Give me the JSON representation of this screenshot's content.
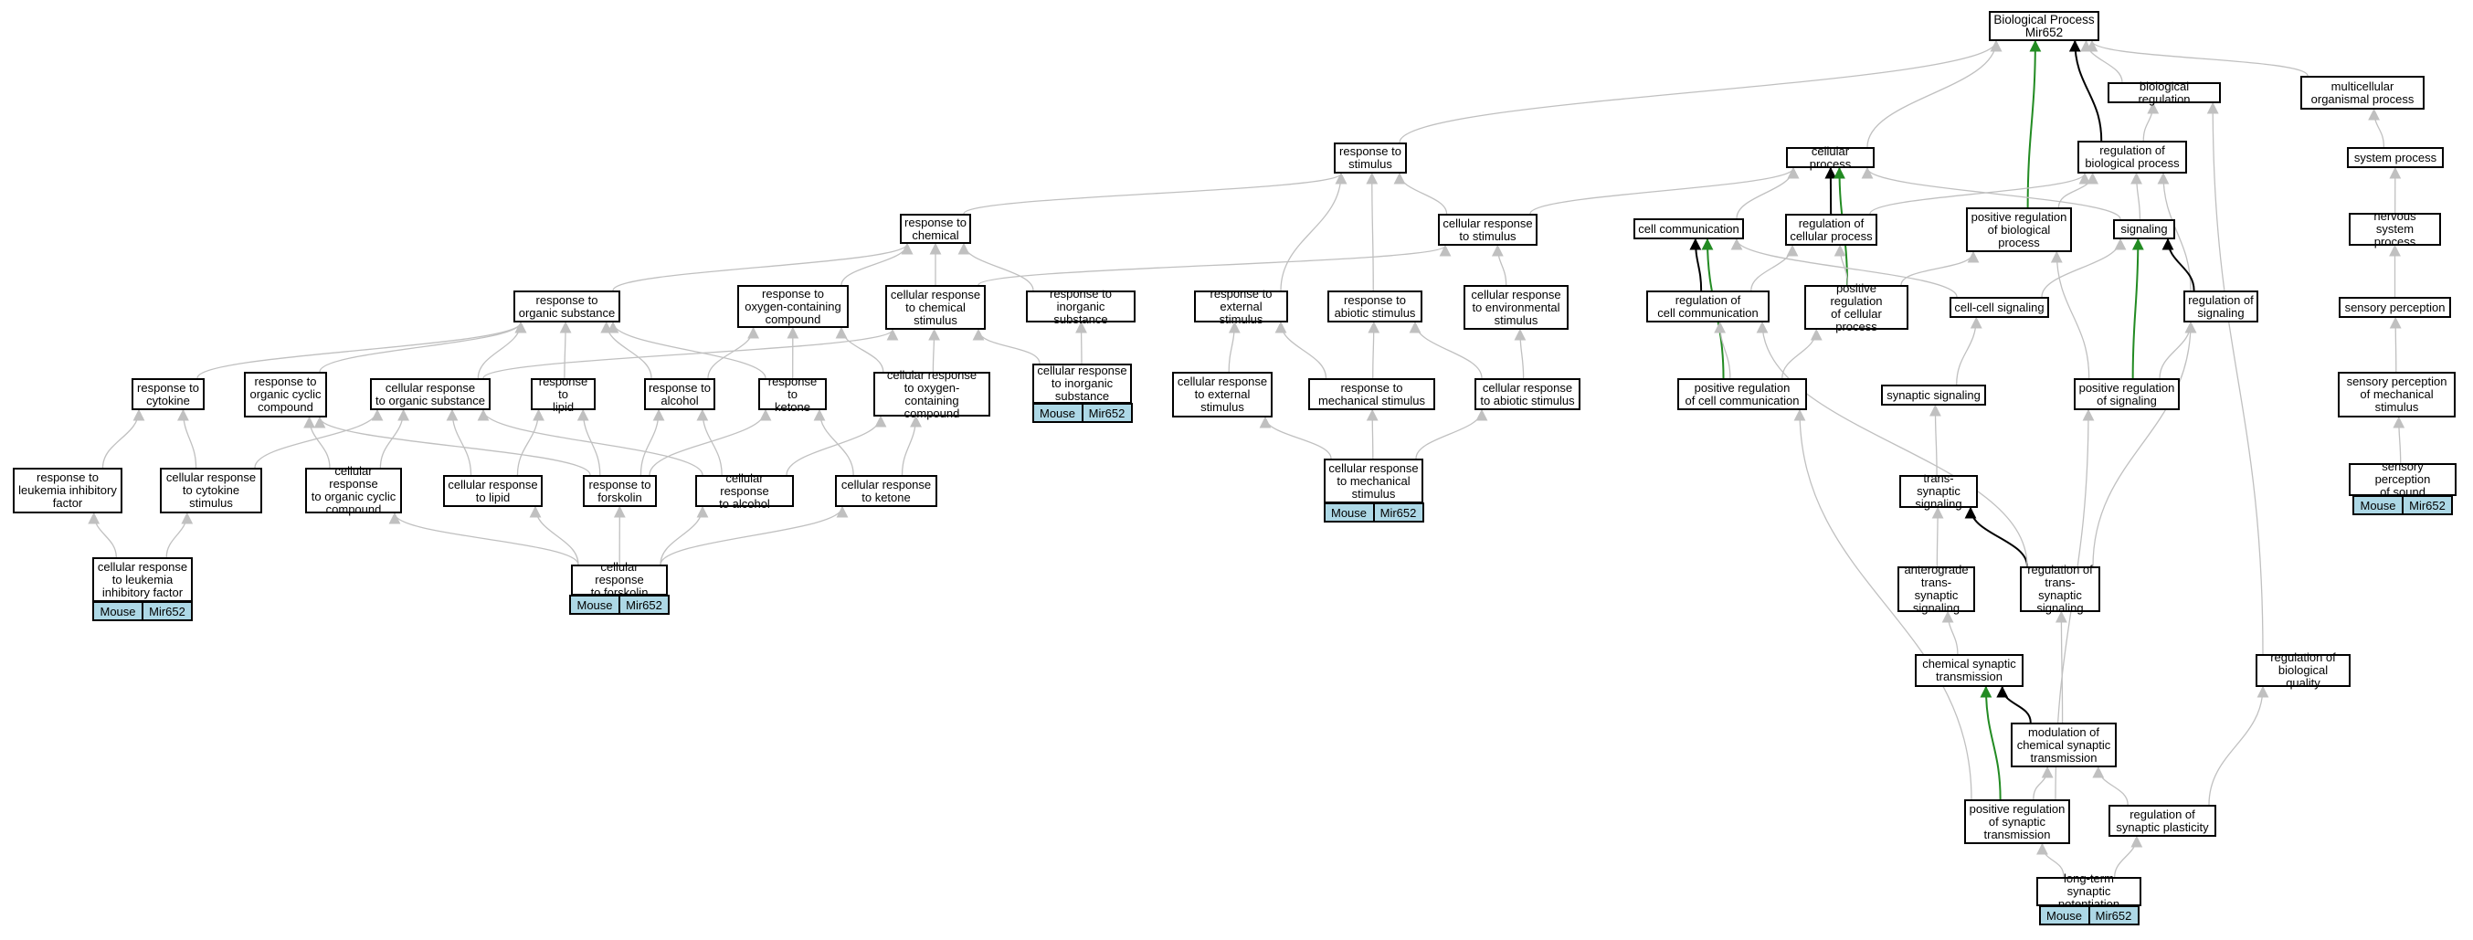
{
  "nodes": {
    "bp_root": "Biological Process\nMir652",
    "biological_regulation": "biological regulation",
    "multicellular_organismal_process": "multicellular\norganismal process",
    "cellular_process": "cellular process",
    "regulation_of_biological_process": "regulation of\nbiological process",
    "system_process": "system process",
    "response_to_stimulus": "response to\nstimulus",
    "response_to_chemical": "response to\nchemical",
    "cellular_response_to_stimulus": "cellular response\nto stimulus",
    "cell_communication": "cell communication",
    "regulation_of_cellular_process": "regulation of\ncellular process",
    "positive_regulation_of_biological_process": "positive regulation\nof biological\nprocess",
    "signaling": "signaling",
    "nervous_system_process": "nervous system\nprocess",
    "response_to_organic_substance": "response to\norganic substance",
    "response_to_oxygen_containing_compound": "response to\noxygen-containing\ncompound",
    "cellular_response_to_chemical_stimulus": "cellular response\nto chemical\nstimulus",
    "response_to_inorganic_substance": "response to\ninorganic substance",
    "response_to_external_stimulus": "response to\nexternal stimulus",
    "response_to_abiotic_stimulus": "response to\nabiotic stimulus",
    "cellular_response_to_environmental_stimulus": "cellular response\nto environmental\nstimulus",
    "regulation_of_cell_communication": "regulation of\ncell communication",
    "positive_regulation_of_cellular_process": "positive regulation\nof cellular\nprocess",
    "cell_cell_signaling": "cell-cell signaling",
    "regulation_of_signaling": "regulation of\nsignaling",
    "sensory_perception": "sensory perception",
    "response_to_cytokine": "response to\ncytokine",
    "response_to_organic_cyclic_compound": "response to\norganic cyclic\ncompound",
    "cellular_response_to_organic_substance": "cellular response\nto organic substance",
    "response_to_lipid": "response to\nlipid",
    "response_to_alcohol": "response to\nalcohol",
    "response_to_ketone": "response to\nketone",
    "cellular_response_to_oxygen_containing_compound": "cellular response\nto oxygen-containing\ncompound",
    "cellular_response_to_inorganic_substance": "cellular response\nto inorganic\nsubstance",
    "cellular_response_to_external_stimulus": "cellular response\nto external\nstimulus",
    "response_to_mechanical_stimulus": "response to\nmechanical stimulus",
    "cellular_response_to_abiotic_stimulus": "cellular response\nto abiotic stimulus",
    "positive_regulation_of_cell_communication": "positive regulation\nof cell communication",
    "synaptic_signaling": "synaptic signaling",
    "positive_regulation_of_signaling": "positive regulation\nof signaling",
    "sensory_perception_of_mechanical_stimulus": "sensory perception\nof mechanical\nstimulus",
    "response_to_leukemia_inhibitory_factor": "response to\nleukemia inhibitory\nfactor",
    "cellular_response_to_cytokine_stimulus": "cellular response\nto cytokine\nstimulus",
    "cellular_response_to_organic_cyclic_compound": "cellular response\nto organic cyclic\ncompound",
    "cellular_response_to_lipid": "cellular response\nto lipid",
    "response_to_forskolin": "response to\nforskolin",
    "cellular_response_to_alcohol": "cellular response\nto alcohol",
    "cellular_response_to_ketone": "cellular response\nto ketone",
    "cellular_response_to_mechanical_stimulus": "cellular response\nto mechanical\nstimulus",
    "trans_synaptic_signaling": "trans-synaptic\nsignaling",
    "sensory_perception_of_sound": "sensory perception\nof sound",
    "cellular_response_to_leukemia_inhibitory_factor": "cellular response\nto leukemia\ninhibitory factor",
    "cellular_response_to_forskolin": "cellular response\nto forskolin",
    "anterograde_trans_synaptic_signaling": "anterograde\ntrans-synaptic\nsignaling",
    "regulation_of_trans_synaptic_signaling": "regulation of\ntrans-synaptic\nsignaling",
    "chemical_synaptic_transmission": "chemical synaptic\ntransmission",
    "regulation_of_biological_quality": "regulation of\nbiological quality",
    "modulation_of_chemical_synaptic_transmission": "modulation of\nchemical synaptic\ntransmission",
    "positive_regulation_of_synaptic_transmission": "positive regulation\nof synaptic\ntransmission",
    "regulation_of_synaptic_plasticity": "regulation of\nsynaptic plasticity",
    "long_term_synaptic_potentiation": "long-term synaptic\npotentiation"
  },
  "annotations": [
    {
      "node": "cellular_response_to_inorganic_substance",
      "organism": "Mouse",
      "gene": "Mir652"
    },
    {
      "node": "cellular_response_to_leukemia_inhibitory_factor",
      "organism": "Mouse",
      "gene": "Mir652"
    },
    {
      "node": "cellular_response_to_forskolin",
      "organism": "Mouse",
      "gene": "Mir652"
    },
    {
      "node": "cellular_response_to_mechanical_stimulus",
      "organism": "Mouse",
      "gene": "Mir652"
    },
    {
      "node": "sensory_perception_of_sound",
      "organism": "Mouse",
      "gene": "Mir652"
    },
    {
      "node": "long_term_synaptic_potentiation",
      "organism": "Mouse",
      "gene": "Mir652"
    }
  ],
  "edge_colors": {
    "is_a": "#c0c0c0",
    "regulates": "#000000",
    "positively_regulates": "#228b22"
  },
  "edges": [
    [
      "response_to_stimulus",
      "bp_root",
      "is_a"
    ],
    [
      "cellular_process",
      "bp_root",
      "is_a"
    ],
    [
      "biological_regulation",
      "bp_root",
      "is_a"
    ],
    [
      "multicellular_organismal_process",
      "bp_root",
      "is_a"
    ],
    [
      "regulation_of_biological_process",
      "bp_root",
      "regulates"
    ],
    [
      "positive_regulation_of_biological_process",
      "bp_root",
      "positively_regulates"
    ],
    [
      "regulation_of_biological_process",
      "biological_regulation",
      "is_a"
    ],
    [
      "regulation_of_biological_quality",
      "biological_regulation",
      "is_a"
    ],
    [
      "system_process",
      "multicellular_organismal_process",
      "is_a"
    ],
    [
      "nervous_system_process",
      "system_process",
      "is_a"
    ],
    [
      "sensory_perception",
      "nervous_system_process",
      "is_a"
    ],
    [
      "sensory_perception_of_mechanical_stimulus",
      "sensory_perception",
      "is_a"
    ],
    [
      "sensory_perception_of_sound",
      "sensory_perception_of_mechanical_stimulus",
      "is_a"
    ],
    [
      "response_to_chemical",
      "response_to_stimulus",
      "is_a"
    ],
    [
      "cellular_response_to_stimulus",
      "response_to_stimulus",
      "is_a"
    ],
    [
      "response_to_external_stimulus",
      "response_to_stimulus",
      "is_a"
    ],
    [
      "response_to_abiotic_stimulus",
      "response_to_stimulus",
      "is_a"
    ],
    [
      "cellular_response_to_stimulus",
      "cellular_process",
      "is_a"
    ],
    [
      "cell_communication",
      "cellular_process",
      "is_a"
    ],
    [
      "regulation_of_cellular_process",
      "cellular_process",
      "regulates"
    ],
    [
      "positive_regulation_of_cellular_process",
      "cellular_process",
      "positively_regulates"
    ],
    [
      "regulation_of_cellular_process",
      "regulation_of_biological_process",
      "is_a"
    ],
    [
      "positive_regulation_of_biological_process",
      "regulation_of_biological_process",
      "is_a"
    ],
    [
      "signaling",
      "regulation_of_biological_process",
      "is_a"
    ],
    [
      "regulation_of_signaling",
      "regulation_of_biological_process",
      "is_a"
    ],
    [
      "signaling",
      "cellular_process",
      "is_a"
    ],
    [
      "response_to_organic_substance",
      "response_to_chemical",
      "is_a"
    ],
    [
      "response_to_oxygen_containing_compound",
      "response_to_chemical",
      "is_a"
    ],
    [
      "cellular_response_to_chemical_stimulus",
      "response_to_chemical",
      "is_a"
    ],
    [
      "response_to_inorganic_substance",
      "response_to_chemical",
      "is_a"
    ],
    [
      "cellular_response_to_chemical_stimulus",
      "cellular_response_to_stimulus",
      "is_a"
    ],
    [
      "cellular_response_to_environmental_stimulus",
      "cellular_response_to_stimulus",
      "is_a"
    ],
    [
      "regulation_of_cell_communication",
      "cell_communication",
      "regulates"
    ],
    [
      "positive_regulation_of_cell_communication",
      "cell_communication",
      "positively_regulates"
    ],
    [
      "cell_cell_signaling",
      "cell_communication",
      "is_a"
    ],
    [
      "regulation_of_cell_communication",
      "regulation_of_cellular_process",
      "is_a"
    ],
    [
      "positive_regulation_of_cellular_process",
      "regulation_of_cellular_process",
      "is_a"
    ],
    [
      "positive_regulation_of_cellular_process",
      "positive_regulation_of_biological_process",
      "is_a"
    ],
    [
      "cell_cell_signaling",
      "signaling",
      "is_a"
    ],
    [
      "regulation_of_signaling",
      "signaling",
      "regulates"
    ],
    [
      "positive_regulation_of_signaling",
      "signaling",
      "positively_regulates"
    ],
    [
      "positive_regulation_of_signaling",
      "positive_regulation_of_biological_process",
      "is_a"
    ],
    [
      "response_to_cytokine",
      "response_to_organic_substance",
      "is_a"
    ],
    [
      "response_to_organic_cyclic_compound",
      "response_to_organic_substance",
      "is_a"
    ],
    [
      "cellular_response_to_organic_substance",
      "response_to_organic_substance",
      "is_a"
    ],
    [
      "response_to_lipid",
      "response_to_organic_substance",
      "is_a"
    ],
    [
      "response_to_alcohol",
      "response_to_organic_substance",
      "is_a"
    ],
    [
      "response_to_ketone",
      "response_to_organic_substance",
      "is_a"
    ],
    [
      "cellular_response_to_organic_substance",
      "cellular_response_to_chemical_stimulus",
      "is_a"
    ],
    [
      "cellular_response_to_oxygen_containing_compound",
      "cellular_response_to_chemical_stimulus",
      "is_a"
    ],
    [
      "cellular_response_to_oxygen_containing_compound",
      "response_to_oxygen_containing_compound",
      "is_a"
    ],
    [
      "response_to_alcohol",
      "response_to_oxygen_containing_compound",
      "is_a"
    ],
    [
      "response_to_ketone",
      "response_to_oxygen_containing_compound",
      "is_a"
    ],
    [
      "cellular_response_to_inorganic_substance",
      "response_to_inorganic_substance",
      "is_a"
    ],
    [
      "cellular_response_to_inorganic_substance",
      "cellular_response_to_chemical_stimulus",
      "is_a"
    ],
    [
      "cellular_response_to_external_stimulus",
      "response_to_external_stimulus",
      "is_a"
    ],
    [
      "response_to_mechanical_stimulus",
      "response_to_external_stimulus",
      "is_a"
    ],
    [
      "response_to_mechanical_stimulus",
      "response_to_abiotic_stimulus",
      "is_a"
    ],
    [
      "cellular_response_to_abiotic_stimulus",
      "response_to_abiotic_stimulus",
      "is_a"
    ],
    [
      "cellular_response_to_abiotic_stimulus",
      "cellular_response_to_environmental_stimulus",
      "is_a"
    ],
    [
      "positive_regulation_of_cell_communication",
      "regulation_of_cell_communication",
      "is_a"
    ],
    [
      "positive_regulation_of_cell_communication",
      "positive_regulation_of_cellular_process",
      "is_a"
    ],
    [
      "synaptic_signaling",
      "cell_cell_signaling",
      "is_a"
    ],
    [
      "positive_regulation_of_signaling",
      "regulation_of_signaling",
      "is_a"
    ],
    [
      "response_to_leukemia_inhibitory_factor",
      "response_to_cytokine",
      "is_a"
    ],
    [
      "cellular_response_to_cytokine_stimulus",
      "response_to_cytokine",
      "is_a"
    ],
    [
      "cellular_response_to_cytokine_stimulus",
      "cellular_response_to_organic_substance",
      "is_a"
    ],
    [
      "cellular_response_to_organic_cyclic_compound",
      "response_to_organic_cyclic_compound",
      "is_a"
    ],
    [
      "cellular_response_to_organic_cyclic_compound",
      "cellular_response_to_organic_substance",
      "is_a"
    ],
    [
      "cellular_response_to_lipid",
      "response_to_lipid",
      "is_a"
    ],
    [
      "cellular_response_to_lipid",
      "cellular_response_to_organic_substance",
      "is_a"
    ],
    [
      "response_to_forskolin",
      "response_to_organic_cyclic_compound",
      "is_a"
    ],
    [
      "response_to_forskolin",
      "response_to_lipid",
      "is_a"
    ],
    [
      "response_to_forskolin",
      "response_to_alcohol",
      "is_a"
    ],
    [
      "response_to_forskolin",
      "response_to_ketone",
      "is_a"
    ],
    [
      "cellular_response_to_alcohol",
      "response_to_alcohol",
      "is_a"
    ],
    [
      "cellular_response_to_alcohol",
      "cellular_response_to_organic_substance",
      "is_a"
    ],
    [
      "cellular_response_to_alcohol",
      "cellular_response_to_oxygen_containing_compound",
      "is_a"
    ],
    [
      "cellular_response_to_ketone",
      "response_to_ketone",
      "is_a"
    ],
    [
      "cellular_response_to_ketone",
      "cellular_response_to_oxygen_containing_compound",
      "is_a"
    ],
    [
      "cellular_response_to_mechanical_stimulus",
      "response_to_mechanical_stimulus",
      "is_a"
    ],
    [
      "cellular_response_to_mechanical_stimulus",
      "cellular_response_to_external_stimulus",
      "is_a"
    ],
    [
      "cellular_response_to_mechanical_stimulus",
      "cellular_response_to_abiotic_stimulus",
      "is_a"
    ],
    [
      "trans_synaptic_signaling",
      "synaptic_signaling",
      "is_a"
    ],
    [
      "cellular_response_to_leukemia_inhibitory_factor",
      "response_to_leukemia_inhibitory_factor",
      "is_a"
    ],
    [
      "cellular_response_to_leukemia_inhibitory_factor",
      "cellular_response_to_cytokine_stimulus",
      "is_a"
    ],
    [
      "cellular_response_to_forskolin",
      "response_to_forskolin",
      "is_a"
    ],
    [
      "cellular_response_to_forskolin",
      "cellular_response_to_organic_cyclic_compound",
      "is_a"
    ],
    [
      "cellular_response_to_forskolin",
      "cellular_response_to_lipid",
      "is_a"
    ],
    [
      "cellular_response_to_forskolin",
      "cellular_response_to_alcohol",
      "is_a"
    ],
    [
      "cellular_response_to_forskolin",
      "cellular_response_to_ketone",
      "is_a"
    ],
    [
      "anterograde_trans_synaptic_signaling",
      "trans_synaptic_signaling",
      "is_a"
    ],
    [
      "regulation_of_trans_synaptic_signaling",
      "trans_synaptic_signaling",
      "regulates"
    ],
    [
      "regulation_of_trans_synaptic_signaling",
      "regulation_of_cell_communication",
      "is_a"
    ],
    [
      "regulation_of_trans_synaptic_signaling",
      "regulation_of_signaling",
      "is_a"
    ],
    [
      "chemical_synaptic_transmission",
      "anterograde_trans_synaptic_signaling",
      "is_a"
    ],
    [
      "modulation_of_chemical_synaptic_transmission",
      "chemical_synaptic_transmission",
      "regulates"
    ],
    [
      "modulation_of_chemical_synaptic_transmission",
      "regulation_of_trans_synaptic_signaling",
      "is_a"
    ],
    [
      "positive_regulation_of_synaptic_transmission",
      "chemical_synaptic_transmission",
      "positively_regulates"
    ],
    [
      "positive_regulation_of_synaptic_transmission",
      "modulation_of_chemical_synaptic_transmission",
      "is_a"
    ],
    [
      "positive_regulation_of_synaptic_transmission",
      "positive_regulation_of_cell_communication",
      "is_a"
    ],
    [
      "positive_regulation_of_synaptic_transmission",
      "positive_regulation_of_signaling",
      "is_a"
    ],
    [
      "regulation_of_synaptic_plasticity",
      "modulation_of_chemical_synaptic_transmission",
      "is_a"
    ],
    [
      "regulation_of_synaptic_plasticity",
      "regulation_of_biological_quality",
      "is_a"
    ],
    [
      "long_term_synaptic_potentiation",
      "positive_regulation_of_synaptic_transmission",
      "is_a"
    ],
    [
      "long_term_synaptic_potentiation",
      "regulation_of_synaptic_plasticity",
      "is_a"
    ]
  ]
}
